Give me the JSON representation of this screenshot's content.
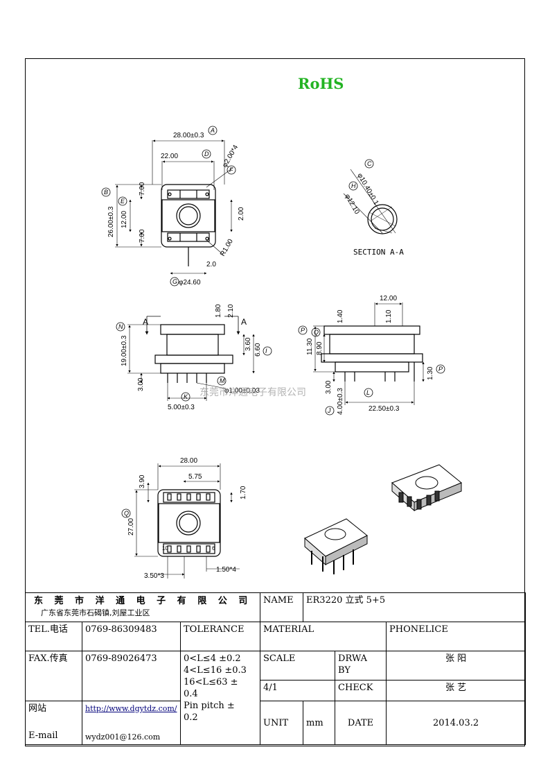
{
  "header": {
    "rohs": "RoHS"
  },
  "top_view": {
    "dims": [
      "28.00±0.3",
      "22.00",
      "φ2.00*4",
      "7.00",
      "12.00",
      "26.00±0.3",
      "7.00",
      "2.00",
      "R1.00",
      "2.0",
      "φ24.60"
    ],
    "callouts": [
      "A",
      "D",
      "B",
      "E",
      "F",
      "G"
    ]
  },
  "section": {
    "dims": [
      "φ10.40±0.1",
      "φ12.10"
    ],
    "callouts": [
      "C",
      "H"
    ],
    "label": "SECTION A-A"
  },
  "front_view": {
    "dims": [
      "1.80",
      "2.10",
      "19.00±0.3",
      "3.60",
      "6.60",
      "φ1.00±0.03",
      "3.00",
      "5.00±0.3"
    ],
    "markers": [
      "A",
      "A"
    ],
    "callouts": [
      "N",
      "I",
      "M",
      "K"
    ]
  },
  "side_view": {
    "dims": [
      "12.00",
      "1.40",
      "1.10",
      "11.30",
      "8.90",
      "3.00",
      "4.00±0.3",
      "1.30",
      "22.50±0.3"
    ],
    "callouts": [
      "P",
      "Q",
      "J",
      "L",
      "P"
    ]
  },
  "bottom_view": {
    "dims": [
      "28.00",
      "5.75",
      "3.90",
      "1.70",
      "27.00",
      "3.50*3",
      "1.50*4"
    ],
    "pins": [
      "10",
      "6"
    ],
    "callouts": [
      "Q"
    ]
  },
  "watermark": "东莞市洋通电子有限公司",
  "title_block": {
    "company": "东 莞 市 洋 通 电 子 有 限 公 司",
    "address": "广东省东莞市石碣镇,刘屋工业区",
    "name_label": "NAME",
    "name_value": "ER3220 立式 5+5",
    "tel_label": "TEL.电话",
    "tel_value": "0769-86309483",
    "tolerance_label": "TOLERANCE",
    "material_label": "MATERIAL",
    "phonelice_label": "PHONELICE",
    "fax_label": "FAX.传真",
    "fax_value": "0769-89026473",
    "tol_1": "0<L≤4  ±0.2",
    "tol_2": "4<L≤16 ±0.3",
    "tol_3a": "16<L≤63 ±",
    "tol_3b": "0.4",
    "tol_4a": "Pin pitch ±",
    "tol_4b": "0.2",
    "scale_label": "SCALE",
    "drawn_label_1": "DRWA",
    "drawn_label_2": "BY",
    "drawn_value": "张 阳",
    "scale_value": "4/1",
    "check_label": "CHECK",
    "check_value": "张 艺",
    "web_label": "网站",
    "email_label": "E-mail",
    "web_value": "http://www.dgytdz.com/",
    "email_value": "wydz001@126.com",
    "unit_label": "UNIT",
    "unit_value": "mm",
    "date_label": "DATE",
    "date_value": "2014.03.2"
  }
}
